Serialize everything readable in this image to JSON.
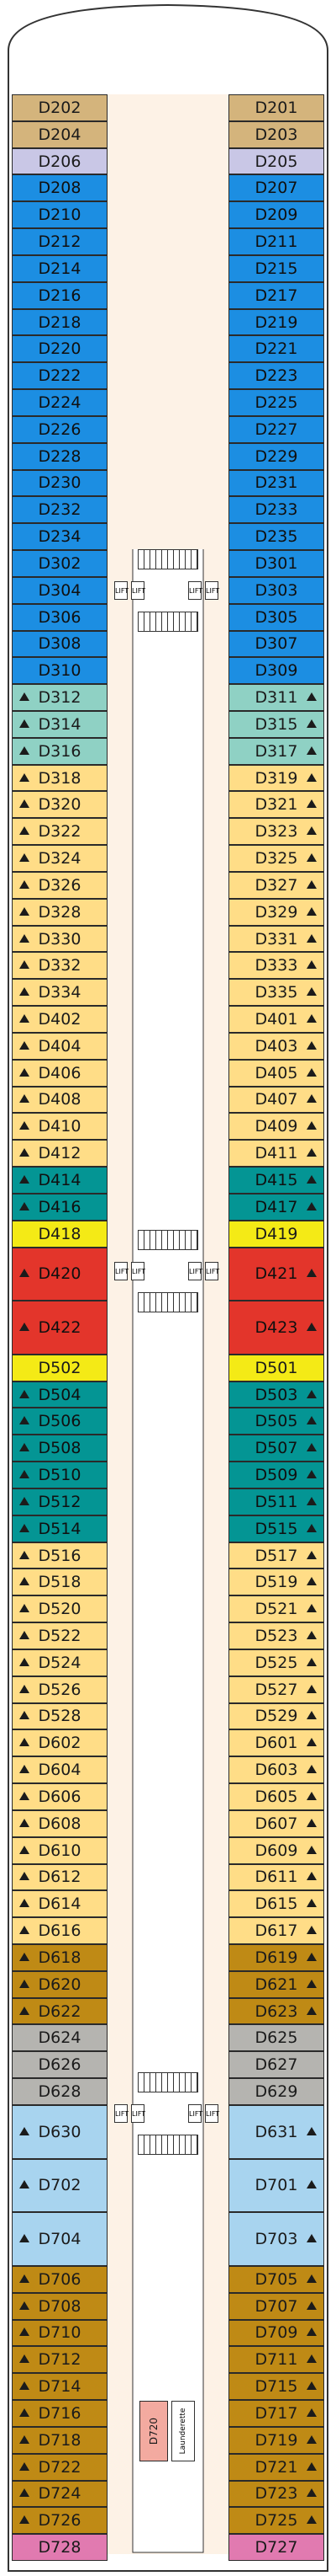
{
  "deck": {
    "colors": {
      "cream": "#ffdd87",
      "blue": "#1c8ee2",
      "lavender": "#c9c7e6",
      "tan": "#d4b47c",
      "mint": "#8fd1c4",
      "teal": "#049594",
      "yellow": "#f4ea16",
      "red": "#e3352b",
      "brown": "#bf8a15",
      "gray": "#b5b4b0",
      "lightblue": "#a8d4ef",
      "pink": "#e17ab0",
      "corridor": "#fdf2e6"
    },
    "lift_label": "LIFT",
    "laundry_label": "Launderette",
    "service_room": "D720",
    "left_cabins": [
      {
        "id": "D202",
        "c": "tan",
        "a": 0
      },
      {
        "id": "D204",
        "c": "tan",
        "a": 0
      },
      {
        "id": "D206",
        "c": "lavender",
        "a": 0
      },
      {
        "id": "D208",
        "c": "blue",
        "a": 0
      },
      {
        "id": "D210",
        "c": "blue",
        "a": 0
      },
      {
        "id": "D212",
        "c": "blue",
        "a": 0
      },
      {
        "id": "D214",
        "c": "blue",
        "a": 0
      },
      {
        "id": "D216",
        "c": "blue",
        "a": 0
      },
      {
        "id": "D218",
        "c": "blue",
        "a": 0
      },
      {
        "id": "D220",
        "c": "blue",
        "a": 0
      },
      {
        "id": "D222",
        "c": "blue",
        "a": 0
      },
      {
        "id": "D224",
        "c": "blue",
        "a": 0
      },
      {
        "id": "D226",
        "c": "blue",
        "a": 0
      },
      {
        "id": "D228",
        "c": "blue",
        "a": 0
      },
      {
        "id": "D230",
        "c": "blue",
        "a": 0
      },
      {
        "id": "D232",
        "c": "blue",
        "a": 0
      },
      {
        "id": "D234",
        "c": "blue",
        "a": 0
      },
      {
        "id": "D302",
        "c": "blue",
        "a": 0
      },
      {
        "id": "D304",
        "c": "blue",
        "a": 0
      },
      {
        "id": "D306",
        "c": "blue",
        "a": 0
      },
      {
        "id": "D308",
        "c": "blue",
        "a": 0
      },
      {
        "id": "D310",
        "c": "blue",
        "a": 0
      },
      {
        "id": "D312",
        "c": "mint",
        "a": 1
      },
      {
        "id": "D314",
        "c": "mint",
        "a": 1
      },
      {
        "id": "D316",
        "c": "mint",
        "a": 1
      },
      {
        "id": "D318",
        "c": "cream",
        "a": 1
      },
      {
        "id": "D320",
        "c": "cream",
        "a": 1
      },
      {
        "id": "D322",
        "c": "cream",
        "a": 1
      },
      {
        "id": "D324",
        "c": "cream",
        "a": 1
      },
      {
        "id": "D326",
        "c": "cream",
        "a": 1
      },
      {
        "id": "D328",
        "c": "cream",
        "a": 1
      },
      {
        "id": "D330",
        "c": "cream",
        "a": 1
      },
      {
        "id": "D332",
        "c": "cream",
        "a": 1
      },
      {
        "id": "D334",
        "c": "cream",
        "a": 1
      },
      {
        "id": "D402",
        "c": "cream",
        "a": 1
      },
      {
        "id": "D404",
        "c": "cream",
        "a": 1
      },
      {
        "id": "D406",
        "c": "cream",
        "a": 1
      },
      {
        "id": "D408",
        "c": "cream",
        "a": 1
      },
      {
        "id": "D410",
        "c": "cream",
        "a": 1
      },
      {
        "id": "D412",
        "c": "cream",
        "a": 1
      },
      {
        "id": "D414",
        "c": "teal",
        "a": 1
      },
      {
        "id": "D416",
        "c": "teal",
        "a": 1
      },
      {
        "id": "D418",
        "c": "yellow",
        "a": 0
      },
      {
        "id": "D420",
        "c": "red",
        "a": 1,
        "h": 2
      },
      {
        "id": "D422",
        "c": "red",
        "a": 1,
        "h": 2
      },
      {
        "id": "D502",
        "c": "yellow",
        "a": 0
      },
      {
        "id": "D504",
        "c": "teal",
        "a": 1
      },
      {
        "id": "D506",
        "c": "teal",
        "a": 1
      },
      {
        "id": "D508",
        "c": "teal",
        "a": 1
      },
      {
        "id": "D510",
        "c": "teal",
        "a": 1
      },
      {
        "id": "D512",
        "c": "teal",
        "a": 1
      },
      {
        "id": "D514",
        "c": "teal",
        "a": 1
      },
      {
        "id": "D516",
        "c": "cream",
        "a": 1
      },
      {
        "id": "D518",
        "c": "cream",
        "a": 1
      },
      {
        "id": "D520",
        "c": "cream",
        "a": 1
      },
      {
        "id": "D522",
        "c": "cream",
        "a": 1
      },
      {
        "id": "D524",
        "c": "cream",
        "a": 1
      },
      {
        "id": "D526",
        "c": "cream",
        "a": 1
      },
      {
        "id": "D528",
        "c": "cream",
        "a": 1
      },
      {
        "id": "D602",
        "c": "cream",
        "a": 1
      },
      {
        "id": "D604",
        "c": "cream",
        "a": 1
      },
      {
        "id": "D606",
        "c": "cream",
        "a": 1
      },
      {
        "id": "D608",
        "c": "cream",
        "a": 1
      },
      {
        "id": "D610",
        "c": "cream",
        "a": 1
      },
      {
        "id": "D612",
        "c": "cream",
        "a": 1
      },
      {
        "id": "D614",
        "c": "cream",
        "a": 1
      },
      {
        "id": "D616",
        "c": "cream",
        "a": 1
      },
      {
        "id": "D618",
        "c": "brown",
        "a": 1
      },
      {
        "id": "D620",
        "c": "brown",
        "a": 1
      },
      {
        "id": "D622",
        "c": "brown",
        "a": 1
      },
      {
        "id": "D624",
        "c": "gray",
        "a": 0
      },
      {
        "id": "D626",
        "c": "gray",
        "a": 0
      },
      {
        "id": "D628",
        "c": "gray",
        "a": 0
      },
      {
        "id": "D630",
        "c": "lightblue",
        "a": 1,
        "h": 2
      },
      {
        "id": "D702",
        "c": "lightblue",
        "a": 1,
        "h": 2
      },
      {
        "id": "D704",
        "c": "lightblue",
        "a": 1,
        "h": 2
      },
      {
        "id": "D706",
        "c": "brown",
        "a": 1
      },
      {
        "id": "D708",
        "c": "brown",
        "a": 1
      },
      {
        "id": "D710",
        "c": "brown",
        "a": 1
      },
      {
        "id": "D712",
        "c": "brown",
        "a": 1
      },
      {
        "id": "D714",
        "c": "brown",
        "a": 1
      },
      {
        "id": "D716",
        "c": "brown",
        "a": 1
      },
      {
        "id": "D718",
        "c": "brown",
        "a": 1
      },
      {
        "id": "D722",
        "c": "brown",
        "a": 1
      },
      {
        "id": "D724",
        "c": "brown",
        "a": 1
      },
      {
        "id": "D726",
        "c": "brown",
        "a": 1
      },
      {
        "id": "D728",
        "c": "pink",
        "a": 0
      }
    ],
    "right_cabins": [
      {
        "id": "D201",
        "c": "tan",
        "a": 0
      },
      {
        "id": "D203",
        "c": "tan",
        "a": 0
      },
      {
        "id": "D205",
        "c": "lavender",
        "a": 0
      },
      {
        "id": "D207",
        "c": "blue",
        "a": 0
      },
      {
        "id": "D209",
        "c": "blue",
        "a": 0
      },
      {
        "id": "D211",
        "c": "blue",
        "a": 0
      },
      {
        "id": "D215",
        "c": "blue",
        "a": 0
      },
      {
        "id": "D217",
        "c": "blue",
        "a": 0
      },
      {
        "id": "D219",
        "c": "blue",
        "a": 0
      },
      {
        "id": "D221",
        "c": "blue",
        "a": 0
      },
      {
        "id": "D223",
        "c": "blue",
        "a": 0
      },
      {
        "id": "D225",
        "c": "blue",
        "a": 0
      },
      {
        "id": "D227",
        "c": "blue",
        "a": 0
      },
      {
        "id": "D229",
        "c": "blue",
        "a": 0
      },
      {
        "id": "D231",
        "c": "blue",
        "a": 0
      },
      {
        "id": "D233",
        "c": "blue",
        "a": 0
      },
      {
        "id": "D235",
        "c": "blue",
        "a": 0
      },
      {
        "id": "D301",
        "c": "blue",
        "a": 0
      },
      {
        "id": "D303",
        "c": "blue",
        "a": 0
      },
      {
        "id": "D305",
        "c": "blue",
        "a": 0
      },
      {
        "id": "D307",
        "c": "blue",
        "a": 0
      },
      {
        "id": "D309",
        "c": "blue",
        "a": 0
      },
      {
        "id": "D311",
        "c": "mint",
        "a": 1
      },
      {
        "id": "D315",
        "c": "mint",
        "a": 1
      },
      {
        "id": "D317",
        "c": "mint",
        "a": 1
      },
      {
        "id": "D319",
        "c": "cream",
        "a": 1
      },
      {
        "id": "D321",
        "c": "cream",
        "a": 1
      },
      {
        "id": "D323",
        "c": "cream",
        "a": 1
      },
      {
        "id": "D325",
        "c": "cream",
        "a": 1
      },
      {
        "id": "D327",
        "c": "cream",
        "a": 1
      },
      {
        "id": "D329",
        "c": "cream",
        "a": 1
      },
      {
        "id": "D331",
        "c": "cream",
        "a": 1
      },
      {
        "id": "D333",
        "c": "cream",
        "a": 1
      },
      {
        "id": "D335",
        "c": "cream",
        "a": 1
      },
      {
        "id": "D401",
        "c": "cream",
        "a": 1
      },
      {
        "id": "D403",
        "c": "cream",
        "a": 1
      },
      {
        "id": "D405",
        "c": "cream",
        "a": 1
      },
      {
        "id": "D407",
        "c": "cream",
        "a": 1
      },
      {
        "id": "D409",
        "c": "cream",
        "a": 1
      },
      {
        "id": "D411",
        "c": "cream",
        "a": 1
      },
      {
        "id": "D415",
        "c": "teal",
        "a": 1
      },
      {
        "id": "D417",
        "c": "teal",
        "a": 1
      },
      {
        "id": "D419",
        "c": "yellow",
        "a": 0
      },
      {
        "id": "D421",
        "c": "red",
        "a": 1,
        "h": 2
      },
      {
        "id": "D423",
        "c": "red",
        "a": 1,
        "h": 2
      },
      {
        "id": "D501",
        "c": "yellow",
        "a": 0
      },
      {
        "id": "D503",
        "c": "teal",
        "a": 1
      },
      {
        "id": "D505",
        "c": "teal",
        "a": 1
      },
      {
        "id": "D507",
        "c": "teal",
        "a": 1
      },
      {
        "id": "D509",
        "c": "teal",
        "a": 1
      },
      {
        "id": "D511",
        "c": "teal",
        "a": 1
      },
      {
        "id": "D515",
        "c": "teal",
        "a": 1
      },
      {
        "id": "D517",
        "c": "cream",
        "a": 1
      },
      {
        "id": "D519",
        "c": "cream",
        "a": 1
      },
      {
        "id": "D521",
        "c": "cream",
        "a": 1
      },
      {
        "id": "D523",
        "c": "cream",
        "a": 1
      },
      {
        "id": "D525",
        "c": "cream",
        "a": 1
      },
      {
        "id": "D527",
        "c": "cream",
        "a": 1
      },
      {
        "id": "D529",
        "c": "cream",
        "a": 1
      },
      {
        "id": "D601",
        "c": "cream",
        "a": 1
      },
      {
        "id": "D603",
        "c": "cream",
        "a": 1
      },
      {
        "id": "D605",
        "c": "cream",
        "a": 1
      },
      {
        "id": "D607",
        "c": "cream",
        "a": 1
      },
      {
        "id": "D609",
        "c": "cream",
        "a": 1
      },
      {
        "id": "D611",
        "c": "cream",
        "a": 1
      },
      {
        "id": "D615",
        "c": "cream",
        "a": 1
      },
      {
        "id": "D617",
        "c": "cream",
        "a": 1
      },
      {
        "id": "D619",
        "c": "brown",
        "a": 1
      },
      {
        "id": "D621",
        "c": "brown",
        "a": 1
      },
      {
        "id": "D623",
        "c": "brown",
        "a": 1
      },
      {
        "id": "D625",
        "c": "gray",
        "a": 0
      },
      {
        "id": "D627",
        "c": "gray",
        "a": 0
      },
      {
        "id": "D629",
        "c": "gray",
        "a": 0
      },
      {
        "id": "D631",
        "c": "lightblue",
        "a": 1,
        "h": 2
      },
      {
        "id": "D701",
        "c": "lightblue",
        "a": 1,
        "h": 2
      },
      {
        "id": "D703",
        "c": "lightblue",
        "a": 1,
        "h": 2
      },
      {
        "id": "D705",
        "c": "brown",
        "a": 1
      },
      {
        "id": "D707",
        "c": "brown",
        "a": 1
      },
      {
        "id": "D709",
        "c": "brown",
        "a": 1
      },
      {
        "id": "D711",
        "c": "brown",
        "a": 1
      },
      {
        "id": "D715",
        "c": "brown",
        "a": 1
      },
      {
        "id": "D717",
        "c": "brown",
        "a": 1
      },
      {
        "id": "D719",
        "c": "brown",
        "a": 1
      },
      {
        "id": "D721",
        "c": "brown",
        "a": 1
      },
      {
        "id": "D723",
        "c": "brown",
        "a": 1
      },
      {
        "id": "D725",
        "c": "brown",
        "a": 1
      },
      {
        "id": "D727",
        "c": "pink",
        "a": 0
      }
    ]
  }
}
